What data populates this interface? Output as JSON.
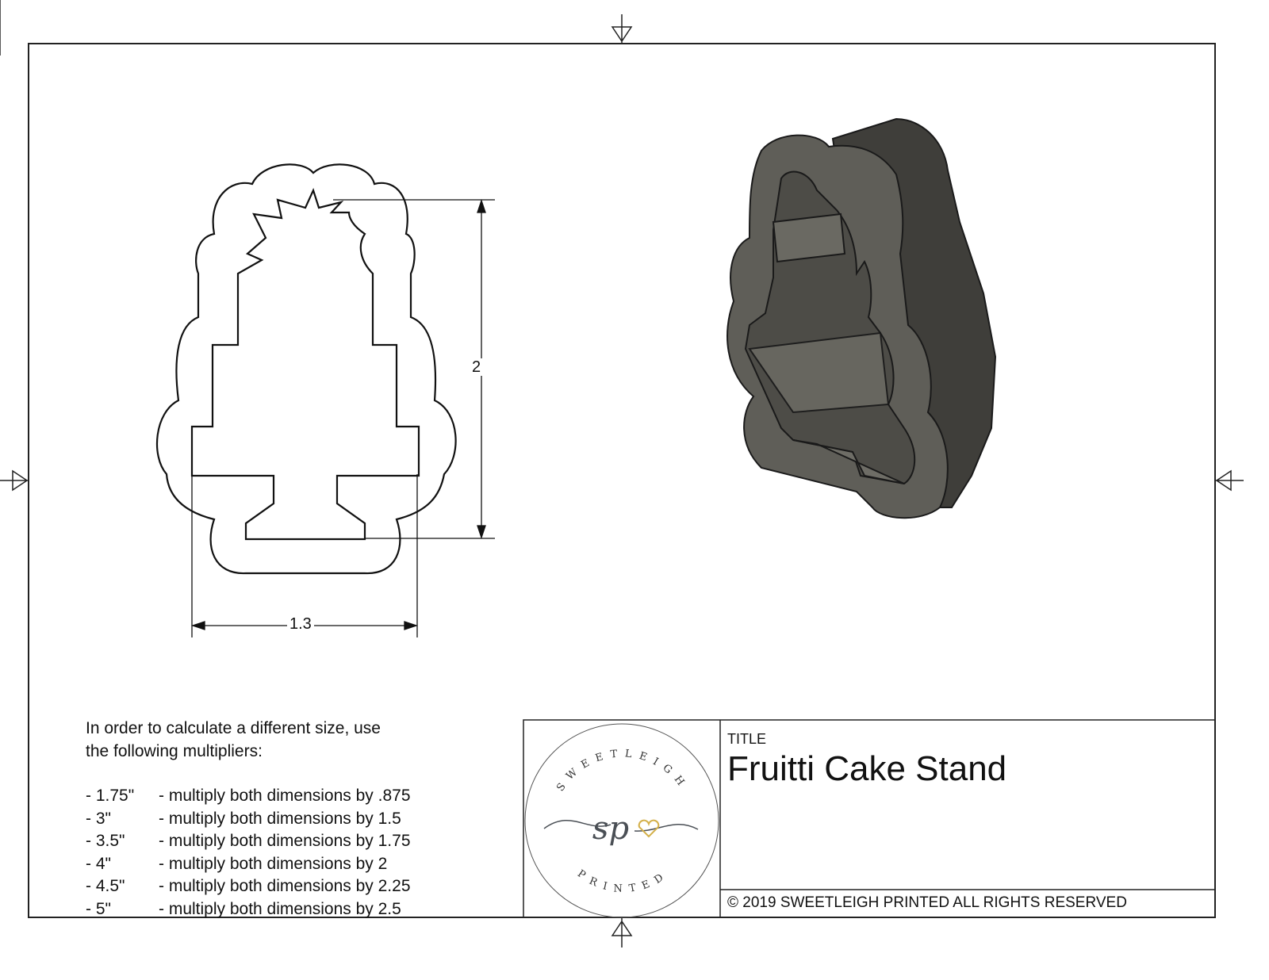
{
  "drawing": {
    "dimensions": {
      "height": "2",
      "width": "1.3"
    },
    "colors": {
      "model": "#5f5e58",
      "model_dark": "#3f3e3a",
      "logo_text": "#4a4f55",
      "logo_heart": "#d4b04a"
    }
  },
  "notes": {
    "intro_line1": "In order to calculate a different size, use",
    "intro_line2": "the following multipliers:",
    "multipliers": [
      {
        "size": "- 1.75\"",
        "text": "- multiply both dimensions by .875"
      },
      {
        "size": "- 3\"",
        "text": "- multiply both dimensions by 1.5"
      },
      {
        "size": "- 3.5\"",
        "text": "- multiply both dimensions by 1.75"
      },
      {
        "size": "- 4\"",
        "text": "- multiply both dimensions by 2"
      },
      {
        "size": "- 4.5\"",
        "text": "- multiply both dimensions by 2.25"
      },
      {
        "size": "- 5\"",
        "text": "- multiply both dimensions by 2.5"
      }
    ]
  },
  "title_block": {
    "title_label": "TITLE",
    "title": "Fruitti Cake Stand",
    "copyright": "© 2019  SWEETLEIGH PRINTED  ALL RIGHTS RESERVED",
    "logo": {
      "top_text": "SWEETLEIGH",
      "monogram": "sp",
      "bottom_text": "PRINTED"
    }
  }
}
